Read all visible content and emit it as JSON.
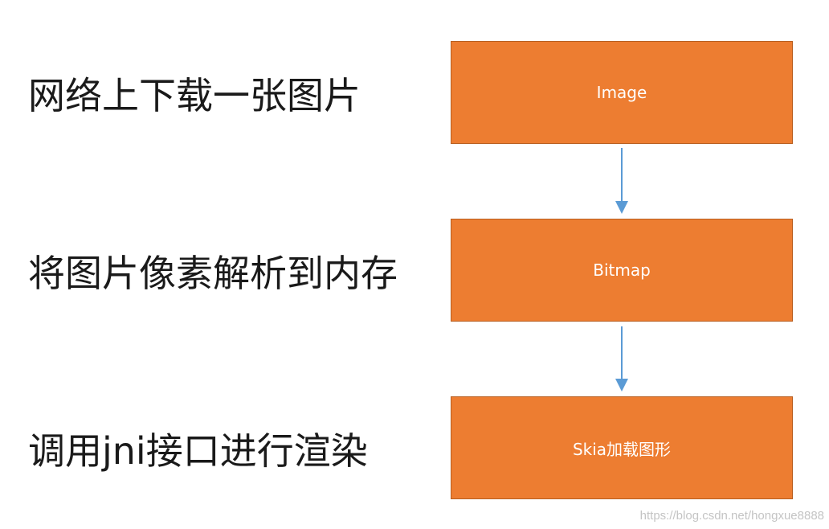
{
  "steps": [
    {
      "label": "网络上下载一张图片"
    },
    {
      "label": "将图片像素解析到内存"
    },
    {
      "label": "调用jni接口进行渲染"
    }
  ],
  "boxes": [
    {
      "label": "Image"
    },
    {
      "label": "Bitmap"
    },
    {
      "label": "Skia加载图形"
    }
  ],
  "colors": {
    "box_fill": "#ed7d31",
    "box_border": "#b85e1f",
    "arrow": "#5b9bd5"
  },
  "watermark": "https://blog.csdn.net/hongxue8888"
}
